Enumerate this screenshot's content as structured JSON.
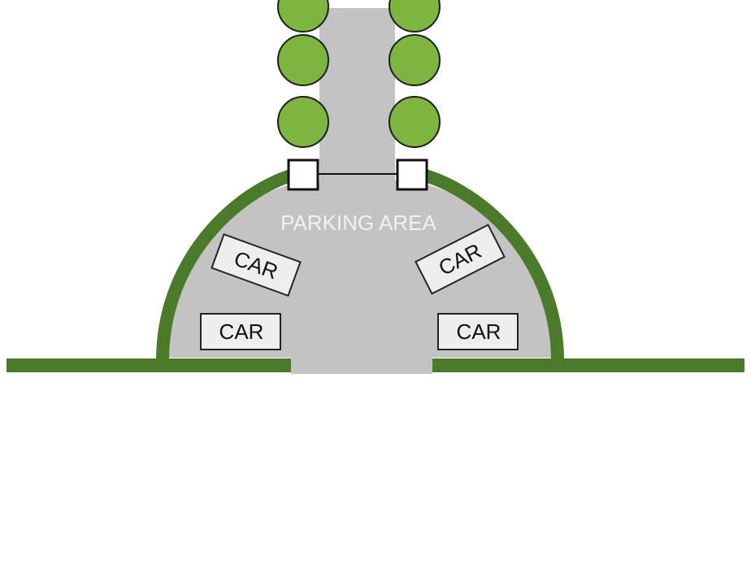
{
  "diagram": {
    "area_label": "PARKING AREA",
    "cars": [
      {
        "label": "CAR"
      },
      {
        "label": "CAR"
      },
      {
        "label": "CAR"
      },
      {
        "label": "CAR"
      }
    ],
    "tree_icon": "tree-icon",
    "gate_post_icon": "gate-post-icon"
  },
  "colors": {
    "pavement": "#c3c3c3",
    "hedge": "#4a7a2a",
    "tree_fill": "#7db540",
    "tree_outline": "#1e1e1e",
    "car_fill": "#eeeeee",
    "car_outline": "#222222",
    "post_fill": "#ffffff"
  }
}
